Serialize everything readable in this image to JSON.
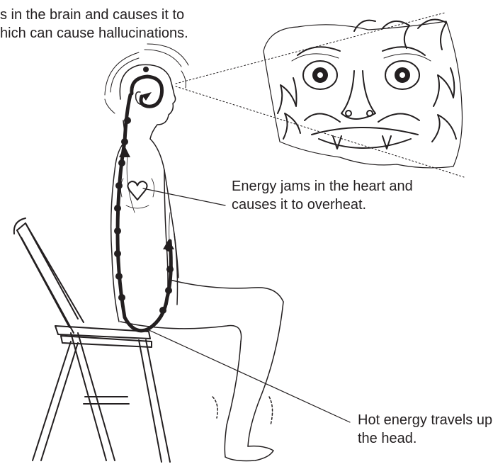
{
  "annotations": {
    "brain": {
      "line1": "s in the brain and causes it to",
      "line2": "hich can cause hallucinations."
    },
    "heart": {
      "line1": "Energy jams in the heart and",
      "line2": "causes it to overheat."
    },
    "energy": {
      "line1": "Hot energy travels up to",
      "line2": "the head."
    }
  },
  "colors": {
    "ink": "#231f20",
    "background": "#ffffff"
  }
}
